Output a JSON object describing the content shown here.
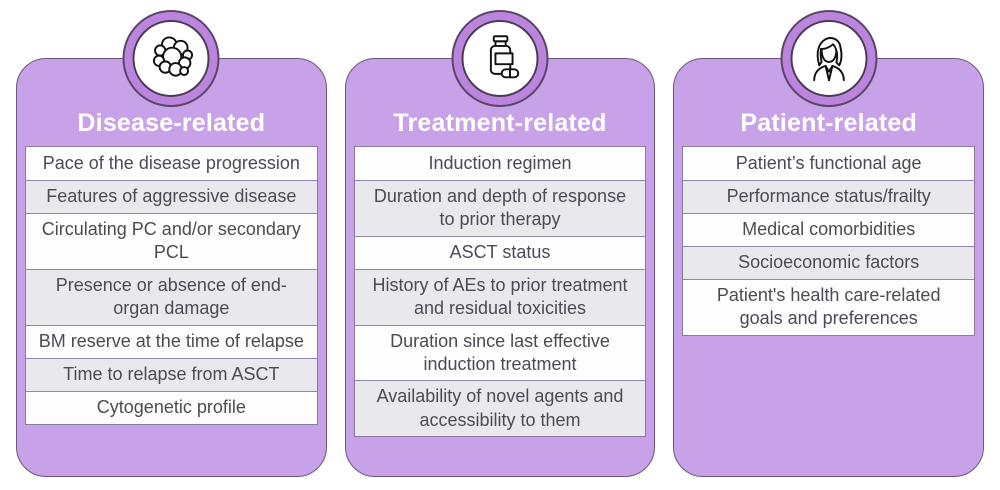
{
  "cards": [
    {
      "title": "Disease-related",
      "icon": "cells-icon",
      "items": [
        "Pace of the disease progression",
        "Features of aggressive disease",
        "Circulating PC and/or secondary PCL",
        "Presence or absence of end-organ damage",
        "BM reserve at the time of relapse",
        "Time to relapse from ASCT",
        "Cytogenetic profile"
      ]
    },
    {
      "title": "Treatment-related",
      "icon": "pill-bottle-icon",
      "items": [
        "Induction regimen",
        "Duration and depth of response to prior therapy",
        "ASCT status",
        "History of AEs to prior treatment and residual toxicities",
        "Duration since last effective induction treatment",
        "Availability of novel agents and accessibility to them"
      ]
    },
    {
      "title": "Patient-related",
      "icon": "patient-icon",
      "items": [
        "Patient’s functional age",
        "Performance status/frailty",
        "Medical comorbidities",
        "Socioeconomic factors",
        "Patient's health care-related goals and preferences"
      ]
    }
  ],
  "colors": {
    "card_bg": "#c8a2e8",
    "badge_ring": "#bb85dd",
    "dark_outline": "#5c4569",
    "table_border": "#8a7aa2",
    "row_alt_bg": "#e9e8ed",
    "row_bg": "#fdfdfe",
    "row_text": "#4b4b55",
    "title_text": "#ffffff"
  }
}
